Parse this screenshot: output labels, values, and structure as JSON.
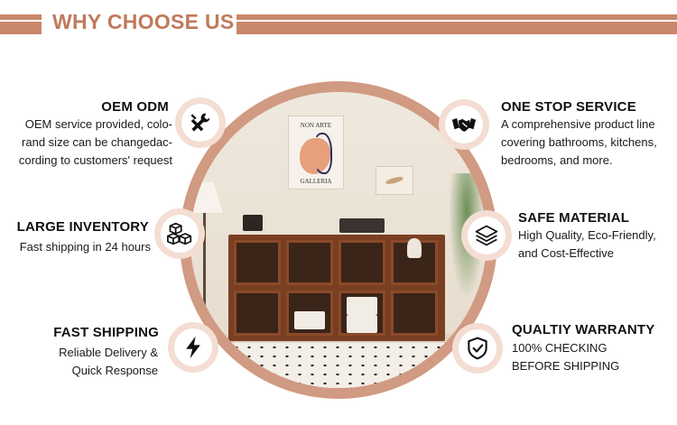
{
  "header": {
    "title": "WHY CHOOSE US"
  },
  "colors": {
    "accent": "#c9876b",
    "title": "#c07a5c",
    "badge": "#f4ddd2"
  },
  "scene": {
    "poster_top": "NON ARTE",
    "poster_bottom": "GALLERIA"
  },
  "features": {
    "oem": {
      "title": "OEM ODM",
      "lines": [
        "OEM service provided, colo-",
        "rand size can be changedac-",
        "cording to customers' request"
      ],
      "icon": "tools-icon"
    },
    "inventory": {
      "title": "LARGE INVENTORY",
      "lines": [
        "Fast shipping in 24 hours"
      ],
      "icon": "boxes-icon"
    },
    "shipping": {
      "title": "FAST SHIPPING",
      "lines": [
        "Reliable Delivery &",
        "Quick Response"
      ],
      "icon": "lightning-icon"
    },
    "one_stop": {
      "title": "ONE STOP SERVICE",
      "lines": [
        "A comprehensive product line",
        "covering bathrooms, kitchens,",
        "bedrooms, and more."
      ],
      "icon": "handshake-icon"
    },
    "safe": {
      "title": "SAFE MATERIAL",
      "lines": [
        "High Quality, Eco-Friendly,",
        "and Cost-Effective"
      ],
      "icon": "layers-icon"
    },
    "warranty": {
      "title": "QUALTIY WARRANTY",
      "lines": [
        "100% CHECKING",
        "BEFORE SHIPPING"
      ],
      "icon": "shield-check-icon"
    }
  }
}
